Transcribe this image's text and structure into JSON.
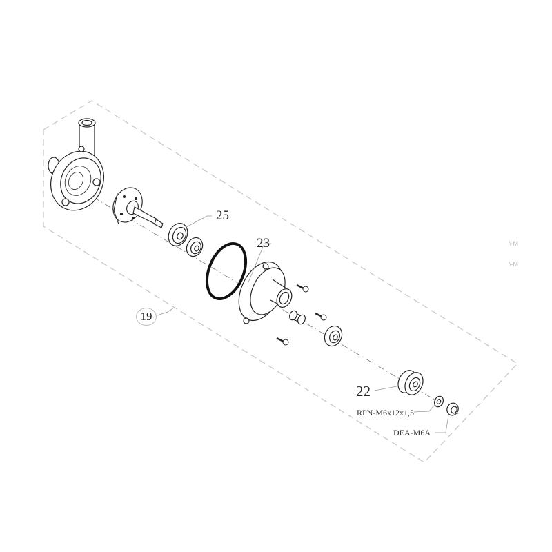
{
  "diagram": {
    "type": "exploded-parts-view",
    "background": "#ffffff",
    "line_color": "#222222",
    "dashed_color": "#c8c8c8",
    "callouts": [
      {
        "id": "19",
        "label": "19",
        "style": "circled",
        "part": "pump-assembly-group"
      },
      {
        "id": "25",
        "label": "25",
        "part": "ball-bearing-pair"
      },
      {
        "id": "23",
        "label": "23",
        "part": "o-ring"
      },
      {
        "id": "22",
        "label": "22",
        "part": "pulley"
      },
      {
        "id": "rpn",
        "label": "RPN-M6x12x1,5",
        "part": "washer"
      },
      {
        "id": "dea",
        "label": "DEA-M6A",
        "part": "nut"
      }
    ],
    "ghost_text": [
      "\\-M",
      "\\-M"
    ]
  }
}
